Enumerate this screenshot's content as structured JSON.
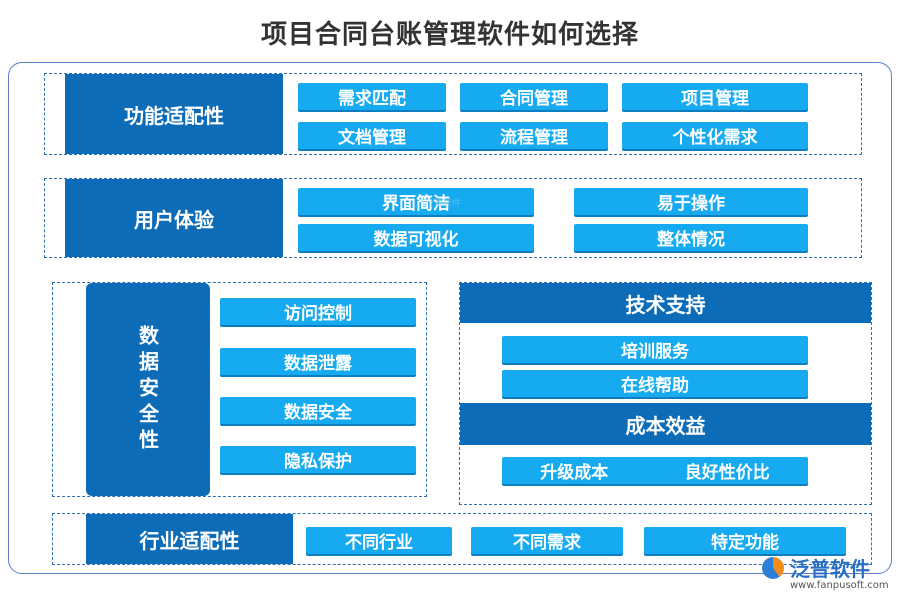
{
  "title": "项目合同台账管理软件如何选择",
  "sections": {
    "functional": {
      "header": "功能适配性",
      "items": [
        "需求匹配",
        "合同管理",
        "项目管理",
        "文档管理",
        "流程管理",
        "个性化需求"
      ]
    },
    "user_experience": {
      "header": "用户体验",
      "items": [
        "界面简洁",
        "易于操作",
        "数据可视化",
        "整体情况"
      ]
    },
    "data_security": {
      "header": "数据安全性",
      "items": [
        "访问控制",
        "数据泄露",
        "数据安全",
        "隐私保护"
      ]
    },
    "tech_support": {
      "header": "技术支持",
      "items": [
        "培训服务",
        "在线帮助"
      ]
    },
    "cost_benefit": {
      "header": "成本效益",
      "items": [
        "升级成本",
        "良好性价比"
      ]
    },
    "industry": {
      "header": "行业适配性",
      "items": [
        "不同行业",
        "不同需求",
        "特定功能"
      ]
    }
  },
  "logo": {
    "name": "泛普软件",
    "url": "www.fanpusoft.com"
  },
  "watermark": "泛普软件",
  "colors": {
    "header": "#0c6cb8",
    "chip": "#16aaf0",
    "border": "#2f6fb6"
  }
}
